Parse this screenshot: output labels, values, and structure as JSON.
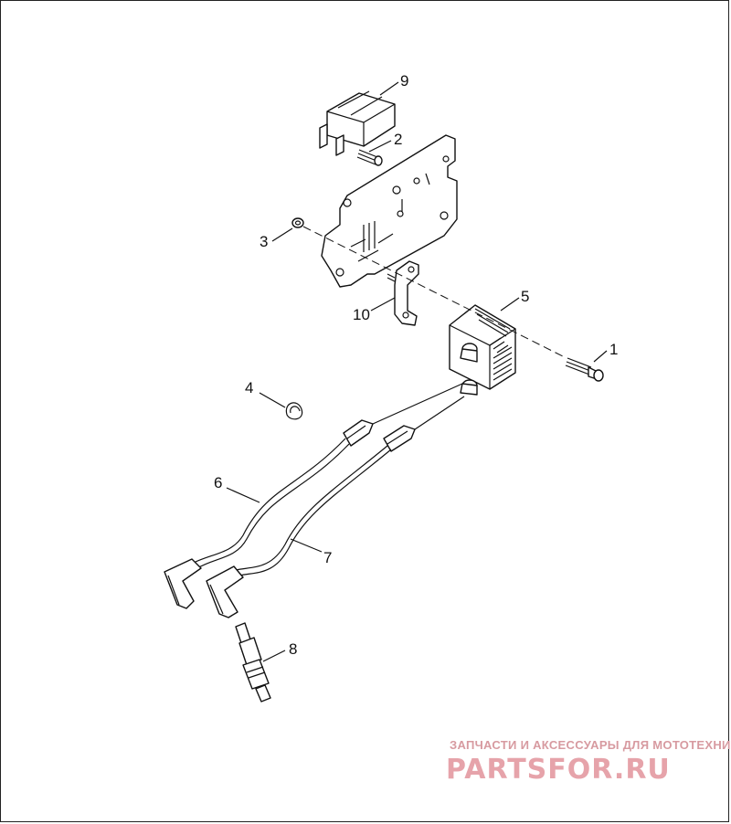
{
  "callouts": {
    "c1": "1",
    "c2": "2",
    "c3": "3",
    "c4": "4",
    "c5": "5",
    "c6": "6",
    "c7": "7",
    "c8": "8",
    "c9": "9",
    "c10": "10"
  },
  "watermark": {
    "tagline": "ЗАПЧАСТИ И АКСЕССУАРЫ ДЛЯ МОТОТЕХНИКИ",
    "brand": "PARTSFOR.RU"
  },
  "colors": {
    "line": "#111111",
    "watermark": "#e6a3aa"
  }
}
